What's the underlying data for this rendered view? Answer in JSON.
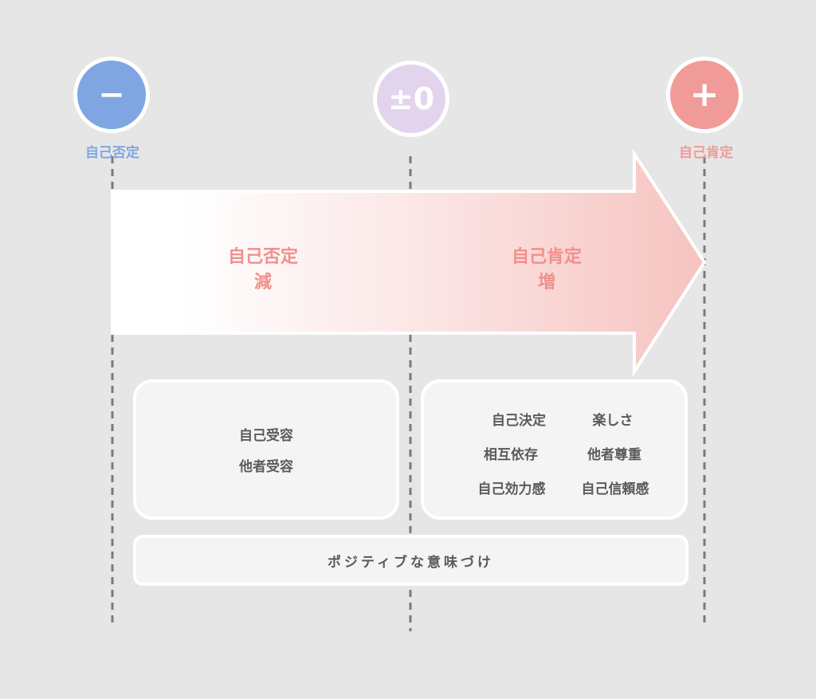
{
  "poles": {
    "negative": {
      "symbol": "−",
      "label": "自己否定",
      "color": "#7fa6e2"
    },
    "neutral": {
      "symbol": "±0",
      "color": "#e2d4ec"
    },
    "positive": {
      "symbol": "+",
      "label": "自己肯定",
      "color": "#f09b98"
    }
  },
  "arrow": {
    "left": {
      "line1": "自己否定",
      "line2": "減"
    },
    "right": {
      "line1": "自己肯定",
      "line2": "増"
    }
  },
  "left_box": {
    "items": [
      "自己受容",
      "他者受容"
    ]
  },
  "right_box": {
    "items": [
      "自己決定",
      "楽しさ",
      "相互依存",
      "他者尊重",
      "自己効力感",
      "自己信頼感"
    ]
  },
  "bottom_box": {
    "text": "ポジティブな意味づけ"
  }
}
